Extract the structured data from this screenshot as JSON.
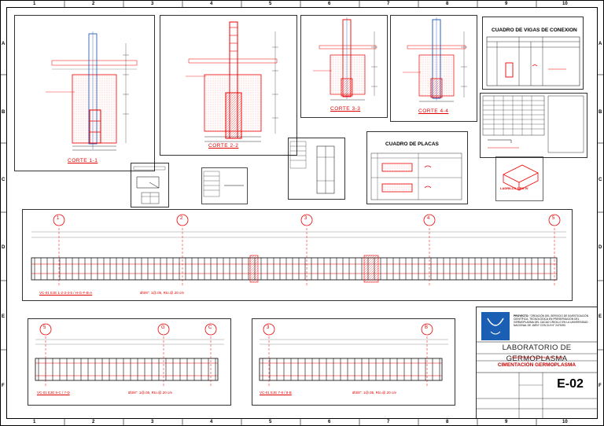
{
  "grid": {
    "columns": [
      "1",
      "2",
      "3",
      "4",
      "5",
      "6",
      "7",
      "8",
      "9",
      "10"
    ],
    "rows": [
      "A",
      "B",
      "C",
      "D",
      "E",
      "F"
    ]
  },
  "sections": {
    "corte_1": "CORTE 1-1",
    "corte_2": "CORTE 2-2",
    "corte_3": "CORTE 3-3",
    "corte_4": "CORTE 4-4"
  },
  "tables": {
    "vigas_title": "CUADRO DE VIGAS DE CONEXION",
    "placas_title": "CUADRO DE PLACAS",
    "ladrillo": "LADRILLO TIPO IV"
  },
  "beams": {
    "axis_top": [
      "1",
      "2",
      "3",
      "4",
      "5"
    ],
    "label_main": "VC-01 EJE 1-2-3-4-5 / H-G-F-B-A",
    "stirrups_main": "Ø3/8\": 1@.05, Rto.@.20 c/e",
    "axis_left": [
      "5",
      "G",
      "C"
    ],
    "label_left": "VC-01 EJE 5-C / 7-D",
    "stirrups_left": "Ø3/8\": 1@.05, Rto.@.20 c/e",
    "axis_right": [
      "3",
      "B"
    ],
    "label_right": "VC-01 EJE 7-8 / 8-B",
    "stirrups_right": "Ø3/8\": 1@.05, Rto.@.20 c/e"
  },
  "titleblock": {
    "project_label": "PROYECTO:",
    "project": "\"CREACIÓN DEL SERVICIO DE INVESTIGACIÓN CIENTÍFICA, TECNOLÓGICA EN PRESERVACIÓN DEL GERMOPLASMA DEL CACAO CRIOLLO EN LA UNIVERSIDAD NACIONAL DE JAÉN\" CON CUI N° 2475190",
    "lab": "LABORATORIO DE GERMOPLASMA",
    "university": "UNIVERSIDAD NACIONAL DE JAÉN",
    "sheet_title": "CIMENTACIÓN GERMOPLASMA",
    "sheet_number": "E-02"
  },
  "colors": {
    "red": "#e10000",
    "blue": "#1450b4",
    "black": "#000000"
  }
}
